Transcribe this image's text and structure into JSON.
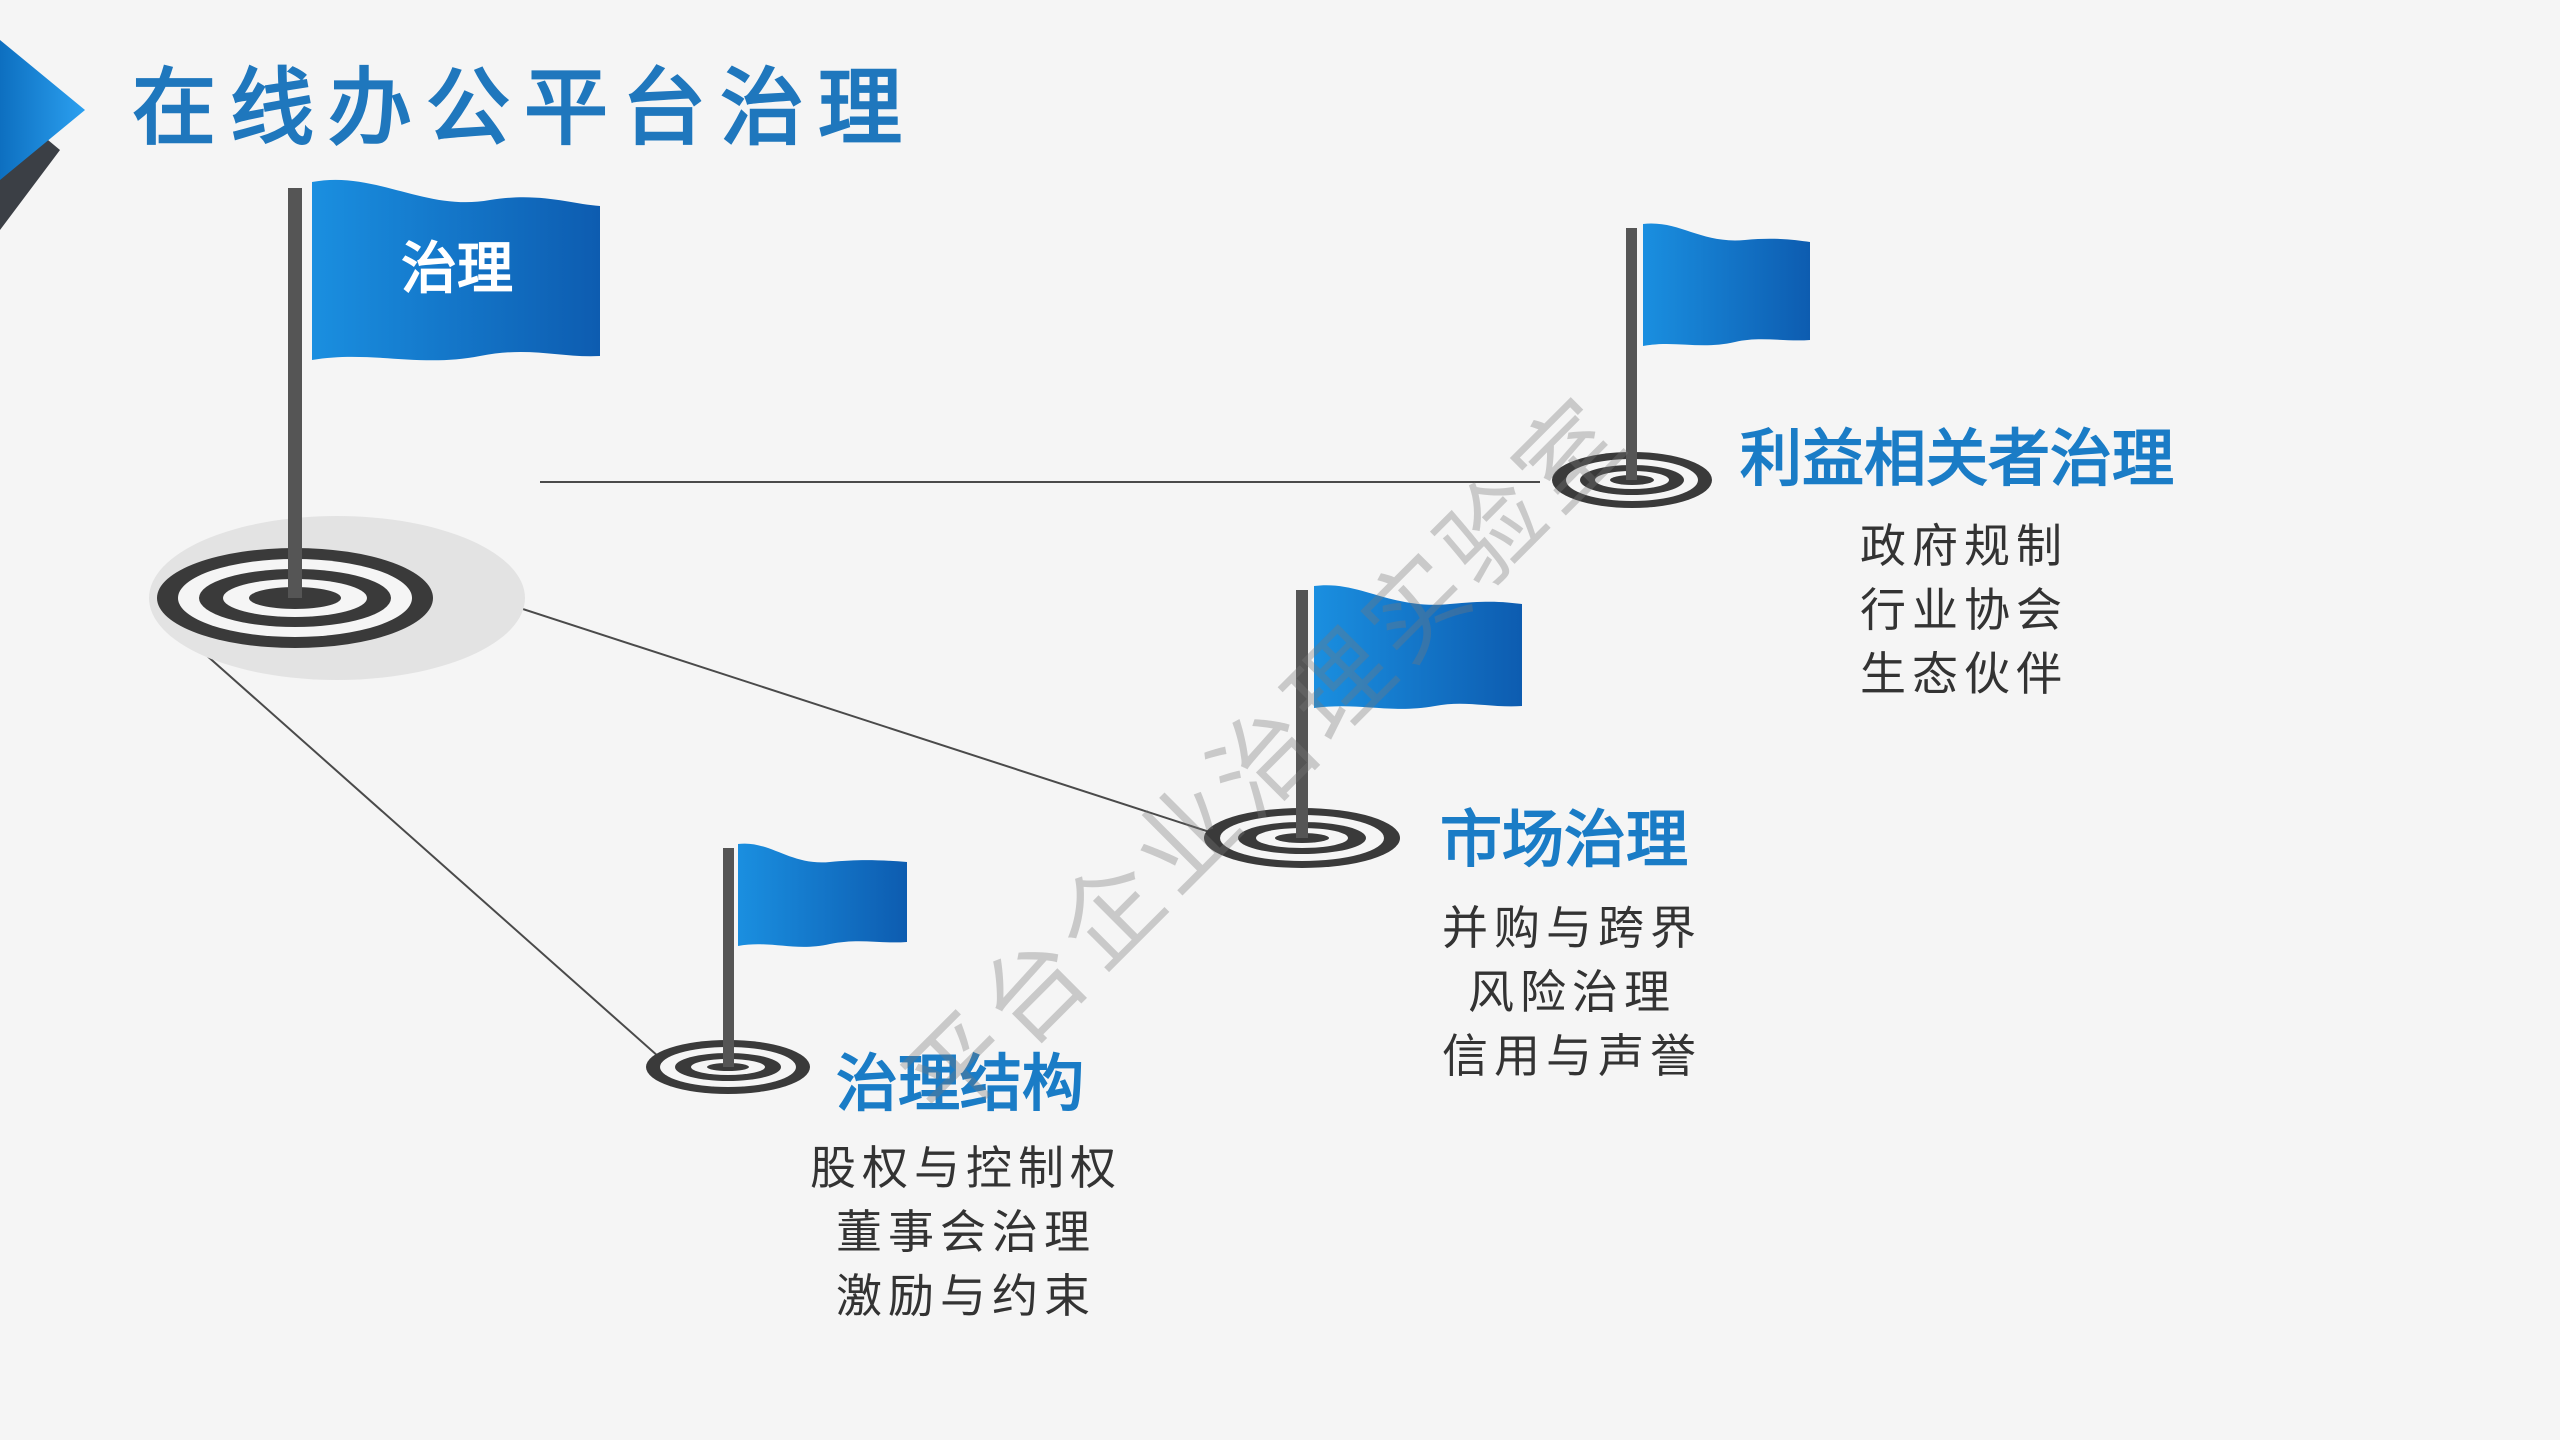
{
  "title": "在线办公平台治理",
  "root_flag_label": "治理",
  "watermark": "平台企业治理实验室",
  "colors": {
    "accent": "#1f77bd",
    "flag_light": "#1a8fe0",
    "flag_dark": "#0d5cb0",
    "pole": "#555555",
    "target": "#3a3a3a"
  },
  "branches": [
    {
      "title": "利益相关者治理",
      "items": [
        "政府规制",
        "行业协会",
        "生态伙伴"
      ]
    },
    {
      "title": "市场治理",
      "items": [
        "并购与跨界",
        "风险治理",
        "信用与声誉"
      ]
    },
    {
      "title": "治理结构",
      "items": [
        "股权与控制权",
        "董事会治理",
        "激励与约束"
      ]
    }
  ]
}
